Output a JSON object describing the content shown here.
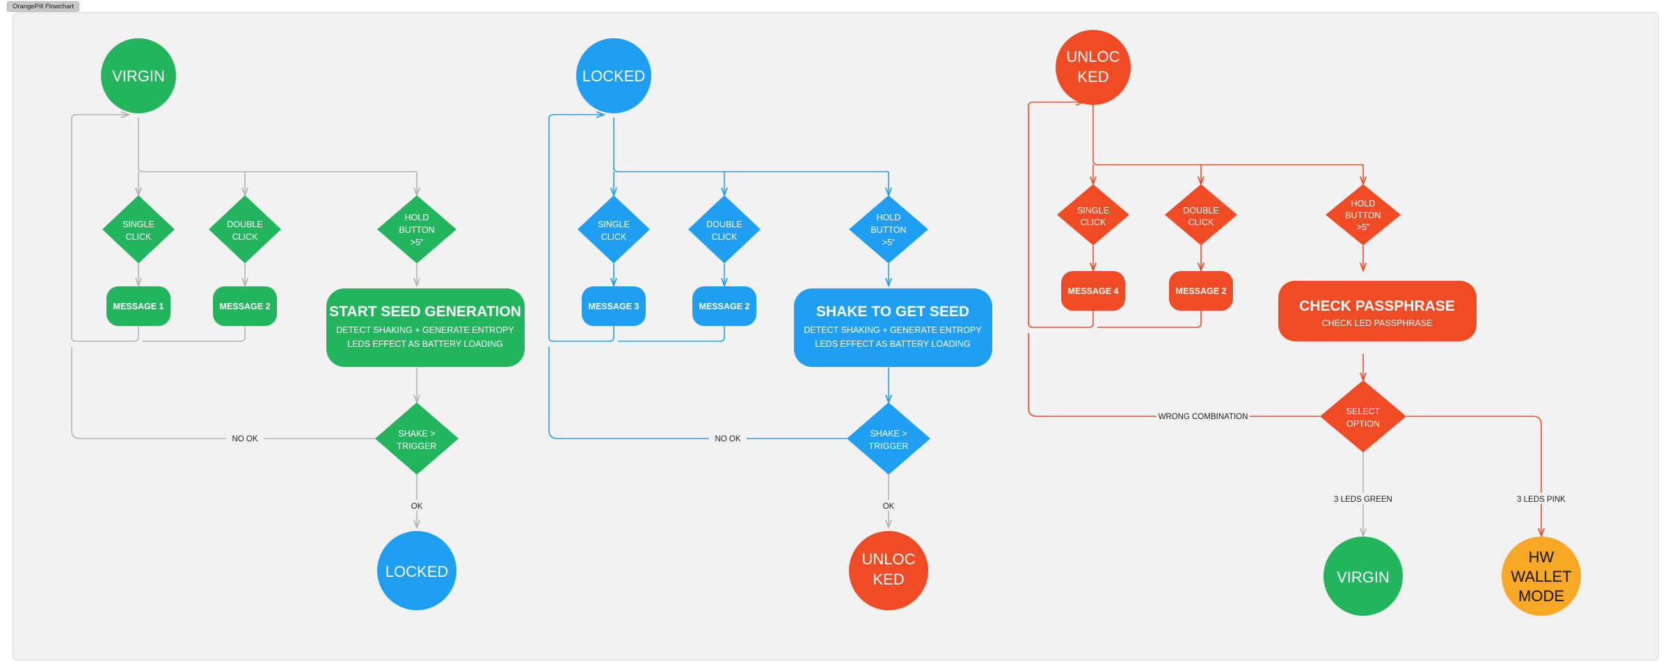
{
  "window": {
    "tab_label": "OrangePill Flowchart"
  },
  "palette": {
    "green": "#22b55e",
    "blue": "#1e9ff2",
    "red": "#f04b24",
    "orange": "#f9a826",
    "gray_edge": "#b3b3b3",
    "canvas_bg": "#f2f2f2",
    "text_light": "#ffffff",
    "text_dark": "#222222"
  },
  "flows": [
    {
      "id": "virgin-flow",
      "color": "#22b55e",
      "start": {
        "name": "virgin-state",
        "label": "VIRGIN"
      },
      "branches": [
        {
          "name": "single-click",
          "label_line1": "SINGLE",
          "label_line2": "CLICK",
          "result": {
            "name": "message-1",
            "label": "MESSAGE 1"
          }
        },
        {
          "name": "double-click",
          "label_line1": "DOUBLE",
          "label_line2": "CLICK",
          "result": {
            "name": "message-2",
            "label": "MESSAGE 2"
          }
        },
        {
          "name": "hold-button",
          "label_line1": "HOLD",
          "label_line2": "BUTTON",
          "label_line3": ">5”",
          "result": {
            "name": "start-seed-generation",
            "title": "START SEED GENERATION",
            "sub1": "DETECT SHAKING + GENERATE ENTROPY",
            "sub2": "LEDS EFFECT AS BATTERY LOADING"
          }
        }
      ],
      "decision": {
        "name": "shake-trigger",
        "label_line1": "SHAKE >",
        "label_line2": "TRIGGER"
      },
      "edge_labels": {
        "fail": "NO OK",
        "pass": "OK"
      },
      "end": {
        "name": "locked-state",
        "label": "LOCKED",
        "color": "#1e9ff2"
      }
    },
    {
      "id": "locked-flow",
      "color": "#1e9ff2",
      "start": {
        "name": "locked-state",
        "label": "LOCKED"
      },
      "branches": [
        {
          "name": "single-click",
          "label_line1": "SINGLE",
          "label_line2": "CLICK",
          "result": {
            "name": "message-3",
            "label": "MESSAGE  3"
          }
        },
        {
          "name": "double-click",
          "label_line1": "DOUBLE",
          "label_line2": "CLICK",
          "result": {
            "name": "message-2",
            "label": "MESSAGE 2"
          }
        },
        {
          "name": "hold-button",
          "label_line1": "HOLD",
          "label_line2": "BUTTON",
          "label_line3": ">5”",
          "result": {
            "name": "shake-to-get-seed",
            "title": "SHAKE TO GET SEED",
            "sub1": "DETECT SHAKING + GENERATE ENTROPY",
            "sub2": "LEDS EFFECT AS BATTERY LOADING"
          }
        }
      ],
      "decision": {
        "name": "shake-trigger",
        "label_line1": "SHAKE >",
        "label_line2": "TRIGGER"
      },
      "edge_labels": {
        "fail": "NO OK",
        "pass": "OK"
      },
      "end": {
        "name": "unlocked-state",
        "label_line1": "UNLOC",
        "label_line2": "KED",
        "color": "#f04b24"
      }
    },
    {
      "id": "unlocked-flow",
      "color": "#f04b24",
      "start": {
        "name": "unlocked-state",
        "label_line1": "UNLOC",
        "label_line2": "KED"
      },
      "branches": [
        {
          "name": "single-click",
          "label_line1": "SINGLE",
          "label_line2": "CLICK",
          "result": {
            "name": "message-4",
            "label": "MESSAGE 4"
          }
        },
        {
          "name": "double-click",
          "label_line1": "DOUBLE",
          "label_line2": "CLICK",
          "result": {
            "name": "message-2",
            "label": "MESSAGE 2"
          }
        },
        {
          "name": "hold-button",
          "label_line1": "HOLD",
          "label_line2": "BUTTON",
          "label_line3": ">5”",
          "result": {
            "name": "check-passphrase",
            "title": "CHECK PASSPHRASE",
            "sub1": "CHECK LED PASSPHRASE",
            "sub2": ""
          }
        }
      ],
      "decision": {
        "name": "select-option",
        "label_line1": "SELECT",
        "label_line2": "OPTION"
      },
      "edge_labels": {
        "fail": "WRONG COMBINATION",
        "left": "3 LEDS GREEN",
        "right": "3 LEDS PINK"
      },
      "outcomes": [
        {
          "name": "virgin-state",
          "label": "VIRGIN",
          "color": "#22b55e"
        },
        {
          "name": "hw-wallet-mode",
          "label_line1": "HW",
          "label_line2": "WALLET",
          "label_line3": "MODE",
          "color": "#f9a826"
        }
      ]
    }
  ]
}
